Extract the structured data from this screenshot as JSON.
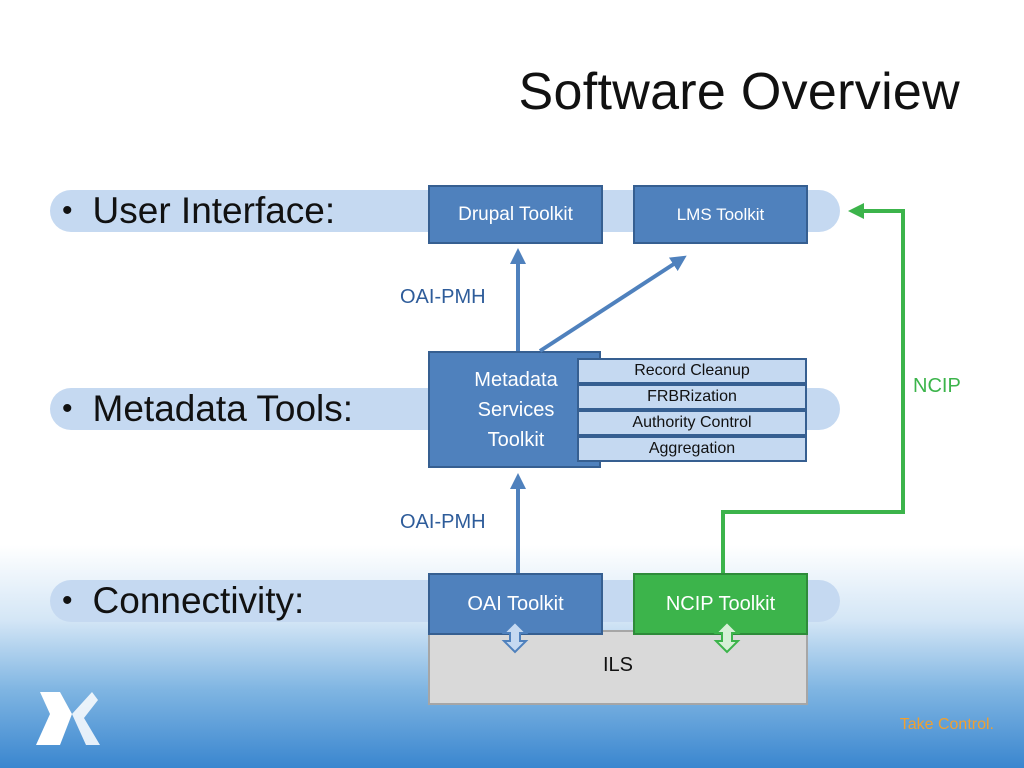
{
  "title": "Software Overview",
  "bullets": {
    "user_interface": "User Interface:",
    "metadata_tools": "Metadata Tools:",
    "connectivity": "Connectivity:"
  },
  "bullet_glyph": "•",
  "nodes": {
    "drupal": "Drupal Toolkit",
    "lms": "LMS Toolkit",
    "mst_line1": "Metadata",
    "mst_line2": "Services",
    "mst_line3": "Toolkit",
    "oai": "OAI Toolkit",
    "ncip": "NCIP Toolkit",
    "ils": "ILS"
  },
  "services": [
    "Record Cleanup",
    "FRBRization",
    "Authority Control",
    "Aggregation"
  ],
  "edges": {
    "oai_pmh_upper": "OAI-PMH",
    "oai_pmh_lower": "OAI-PMH",
    "ncip": "NCIP"
  },
  "tagline": "Take Control.",
  "colors": {
    "box_blue": "#4f81bd",
    "box_border": "#365f91",
    "band": "#c5d9f1",
    "green": "#3cb44b",
    "tagline": "#f0a030"
  }
}
